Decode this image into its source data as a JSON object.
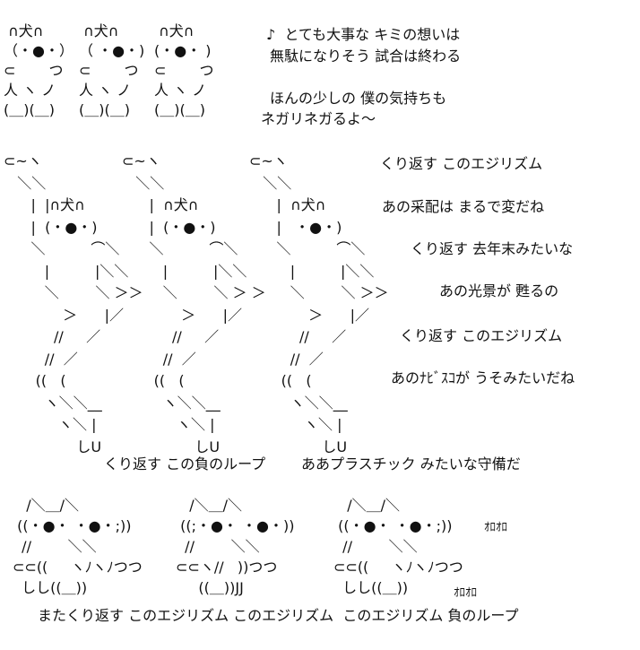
{
  "rabbits_top": [
    [
      " ∩犬∩",
      "（・●・）",
      "⊂　　 つ",
      "人 ヽ ノ",
      "(＿)(＿)"
    ],
    [
      " ∩犬∩",
      "（ ・●・)",
      "⊂　　 つ",
      "人 ヽ ノ",
      "(＿)(＿)"
    ],
    [
      " ∩犬∩",
      "(・●・ )",
      "⊂　　 つ",
      "人 ヽ ノ",
      "(＿)(＿)"
    ]
  ],
  "dancers": [
    [
      "⊂~ヽ",
      "   ＼＼",
      "      |  |∩犬∩",
      "      |  (・●・)",
      "      ＼          ⌒＼",
      "         |          |＼＼",
      "         ＼        ＼ ＞＞",
      "             ＞      |／",
      "           //     ／",
      "         //  ／",
      "       ((   (",
      "         ヽ＼＼__",
      "            ヽ＼ |",
      "                しU"
    ],
    [
      "⊂~ヽ",
      "   ＼＼",
      "      |  ∩犬∩",
      "      |  (・●・)",
      "      ＼          ⌒＼",
      "         |          |＼＼",
      "         ＼        ＼ ＞ ＞",
      "             ＞      |／",
      "           //     ／",
      "         //  ／",
      "       ((   (",
      "         ヽ＼＼__",
      "            ヽ＼ |",
      "                しU"
    ],
    [
      "⊂~ヽ",
      "   ＼＼",
      "      |  ∩犬∩",
      "      |   ・●・)",
      "      ＼          ⌒＼",
      "         |          |＼＼",
      "         ＼        ＼ ＞＞",
      "             ＞      |／",
      "           //     ／",
      "         //  ／",
      "       ((   (",
      "         ヽ＼＼__",
      "            ヽ＼ |",
      "                しU"
    ]
  ],
  "cats": [
    [
      "   /＼＿/＼",
      " ((・●・ ・●・;))",
      "  //        ＼＼",
      "⊂⊂((     ヽﾉヽﾉつつ",
      "  しし((＿))"
    ],
    [
      "   /＼＿/＼",
      " ((;・●・ ・●・))",
      "  //        ＼＼",
      "⊂⊂ヽ//   ))つつ",
      "     ((＿))JJ"
    ],
    [
      "   /＼＿/＼",
      " ((・●・ ・●・;))",
      "  //        ＼＼",
      "⊂⊂((     ヽﾉヽﾉつつ",
      "  しし((＿))"
    ]
  ],
  "lyrics": {
    "l1": "♪  とても大事な キミの想いは",
    "l2": "無駄になりそう 試合は終わる",
    "l3": "ほんの少しの 僕の気持ちも",
    "l4": "ネガリネガるよ～",
    "l5": "くり返す このエジリズム",
    "l6": "あの采配は まるで変だね",
    "l7": "くり返す 去年末みたいな",
    "l8": "あの光景が 甦るの",
    "l9": "くり返す このエジリズム",
    "l10": "あのﾅﾋﾞｽｺが うそみたいだね",
    "l11": "くり返す この負のループ",
    "l12": "ああプラスチック みたいな守備だ",
    "orooro1": "ｵﾛｵﾛ",
    "orooro2": "ｵﾛｵﾛ",
    "l13": "またくり返す このエジリズム このエジリズム  このエジリズム 負のループ"
  }
}
